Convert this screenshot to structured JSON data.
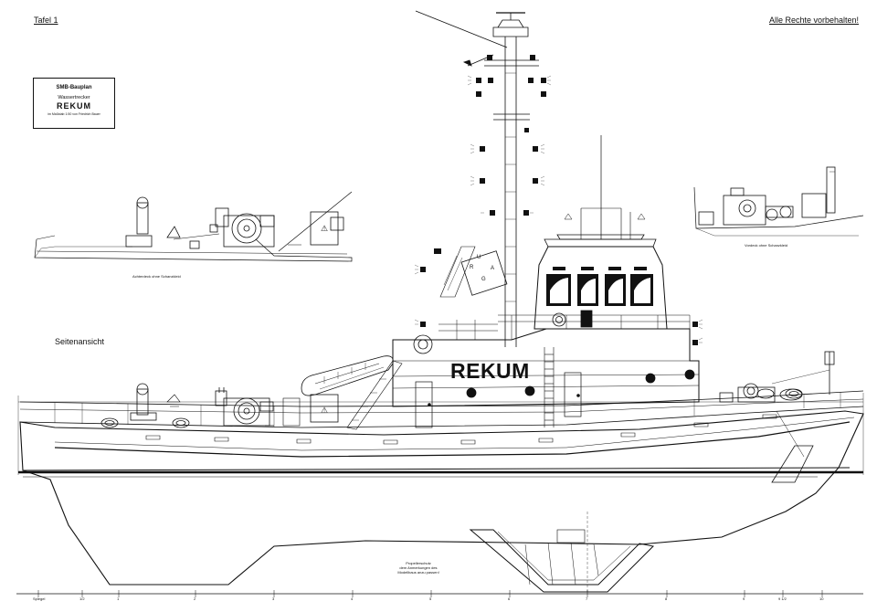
{
  "header": {
    "plate": "Tafel 1",
    "rights": "Alle Rechte vorbehalten!"
  },
  "title_block": {
    "publisher": "SMB-Bauplan",
    "vessel_type": "Wassertrecker",
    "vessel_name": "REKUM",
    "scale_note": "im Maßstab 1:50 von Friedrich Bauer"
  },
  "views": {
    "side_view_label": "Seitenansicht",
    "aft_deck_caption": "Achterdeck ohne Schanzkleid",
    "fore_deck_caption": "Vordeck ohne Schanzkleid"
  },
  "hull": {
    "name_on_hull": "REKUM",
    "bridge_flag_letters": [
      "U",
      "R",
      "A",
      "G"
    ]
  },
  "propeller_note": [
    "Propellerschutz",
    "dem Anmerkungen des",
    "Modellbaus anzu passen!"
  ],
  "frame_stations": [
    "Spiegel",
    "1/2",
    "1",
    "2",
    "3",
    "4",
    "5",
    "6",
    "7",
    "8",
    "9",
    "9 1/2",
    "10"
  ],
  "colors": {
    "ink": "#111111",
    "paper": "#ffffff"
  }
}
